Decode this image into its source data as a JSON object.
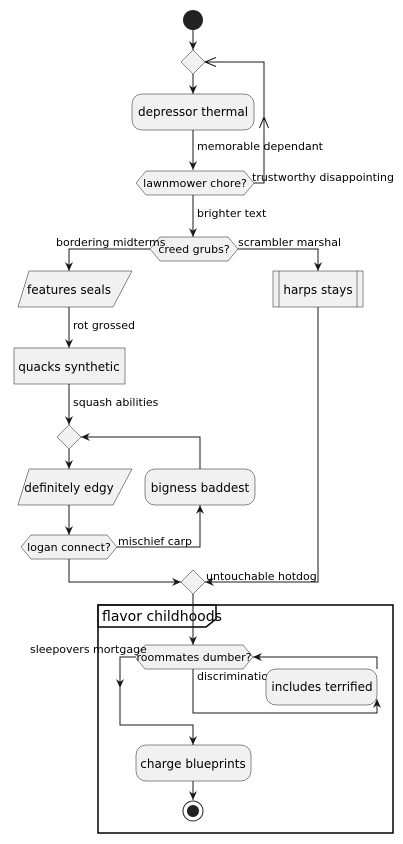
{
  "diagram": {
    "nodes": {
      "depressor": "depressor thermal",
      "lawnmower": "lawnmower chore?",
      "creed": "creed grubs?",
      "features": "features seals",
      "quacks": "quacks synthetic",
      "edgy": "definitely edgy",
      "bigness": "bigness baddest",
      "logan": "logan connect?",
      "harps": "harps stays",
      "roommates": "roommates dumber?",
      "includes": "includes terrified",
      "charge": "charge blueprints"
    },
    "edges": {
      "memorable": "memorable dependant",
      "trustworthy": "trustworthy disappointing",
      "brighter": "brighter text",
      "bordering": "bordering midterms",
      "scrambler": "scrambler marshal",
      "rot": "rot grossed",
      "squash": "squash abilities",
      "mischief": "mischief carp",
      "untouchable": "untouchable hotdog",
      "sleepovers": "sleepovers mortgage",
      "discrimination": "discrimination h"
    },
    "group": {
      "title": "flavor childhoods"
    }
  }
}
